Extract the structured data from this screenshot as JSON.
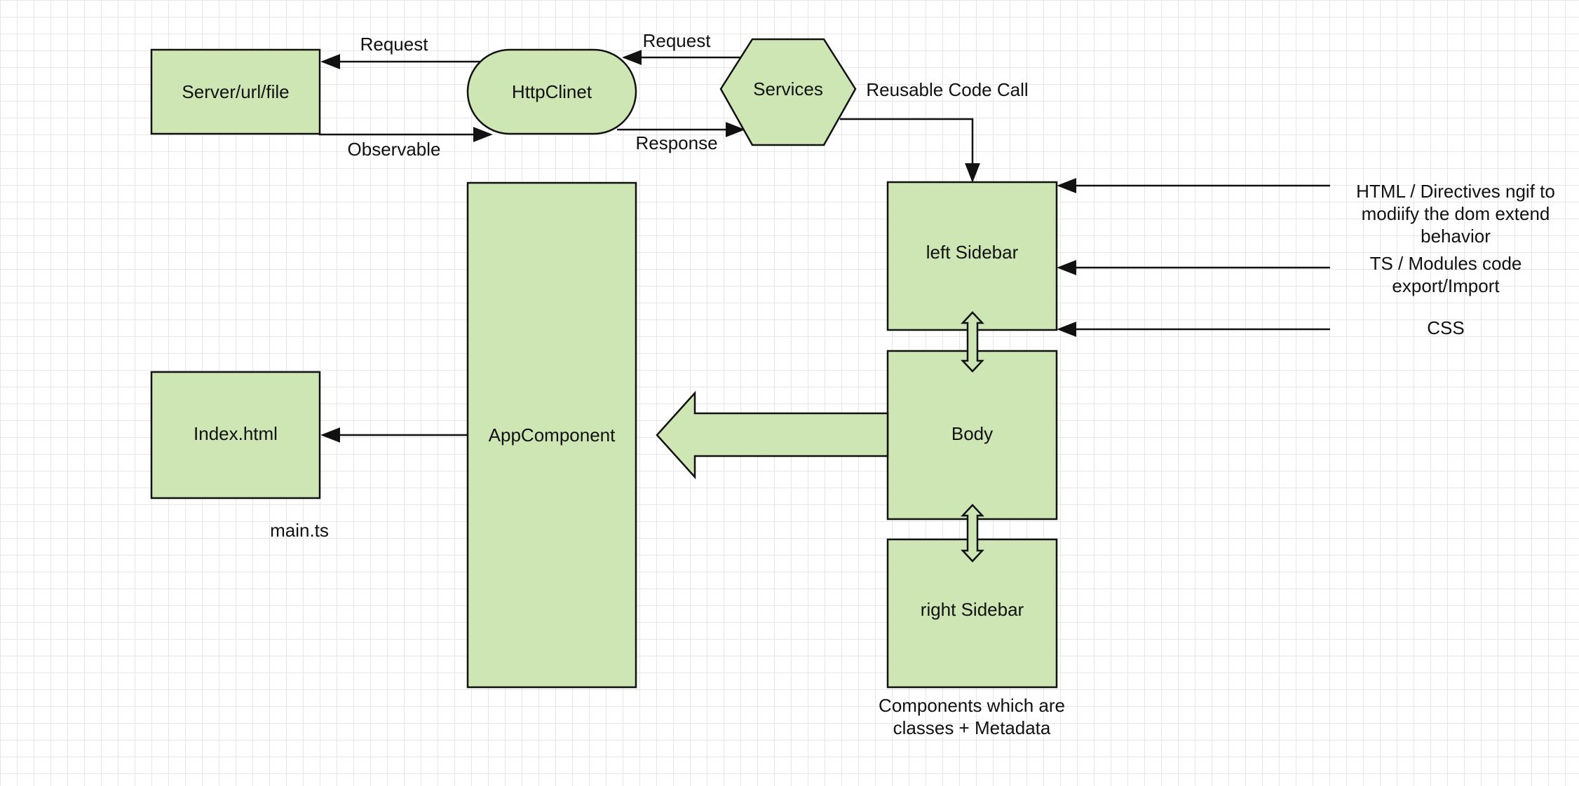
{
  "colors": {
    "fill": "#cde6b3",
    "stroke": "#111111",
    "grid": "#e6e6e6"
  },
  "nodes": {
    "server": "Server/url/file",
    "httpclient": "HttpClinet",
    "services": "Services",
    "left_sidebar": "left Sidebar",
    "body": "Body",
    "right_sidebar": "right Sidebar",
    "app_component": "AppComponent",
    "index_html": "Index.html"
  },
  "edge_labels": {
    "request_1": "Request",
    "request_2": "Request",
    "observable": "Observable",
    "response": "Response",
    "reusable": "Reusable Code Call",
    "html_directives": [
      "HTML / Directives ngif to",
      "modiify the dom extend",
      "behavior"
    ],
    "ts_modules": [
      "TS / Modules code",
      "export/Import"
    ],
    "css": "CSS",
    "main_ts": "main.ts",
    "components": [
      "Components which are",
      "classes + Metadata"
    ]
  }
}
